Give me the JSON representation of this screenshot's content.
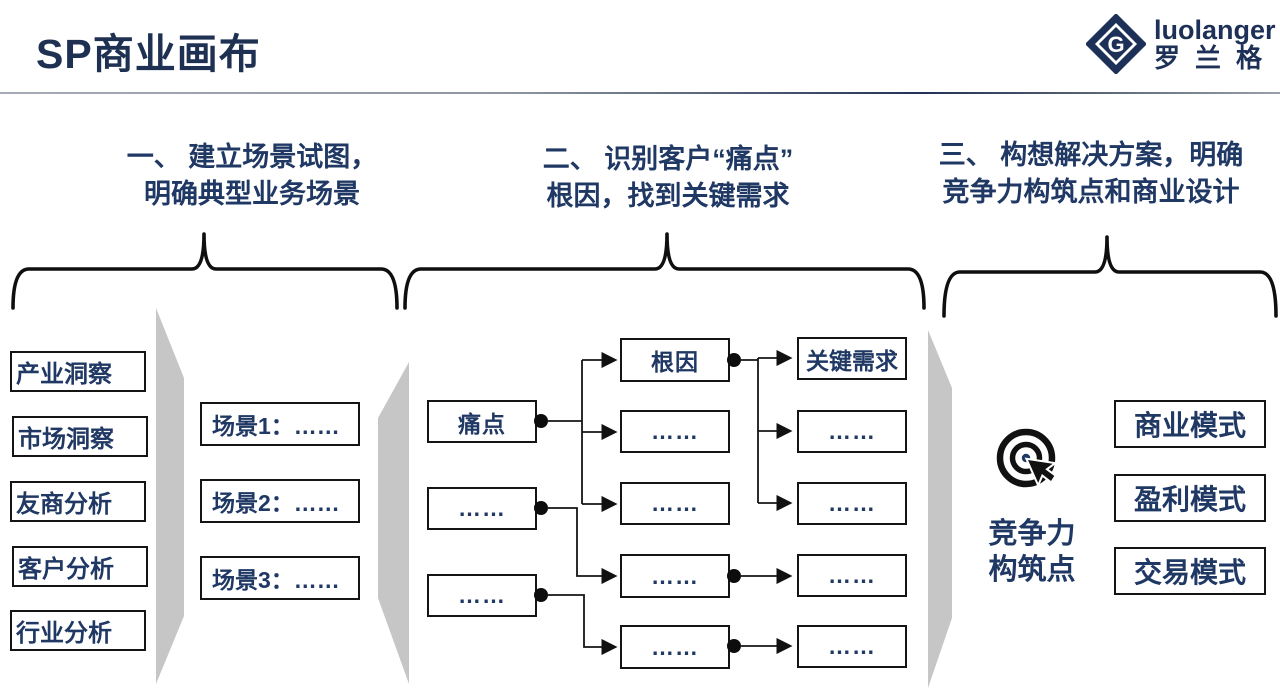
{
  "title": "SP商业画布",
  "logo": {
    "brand": "luolanger",
    "brand_cn": "罗兰格",
    "icon": "diamond-g-logo"
  },
  "sections": [
    {
      "line1": "一、 建立场景试图，",
      "line2": "明确典型业务场景"
    },
    {
      "line1": "二、 识别客户“痛点”",
      "line2": "根因，找到关键需求"
    },
    {
      "line1": "三、 构想解决方案，明确",
      "line2": "竞争力构筑点和商业设计"
    }
  ],
  "analysis_boxes": [
    "产业洞察",
    "市场洞察",
    "友商分析",
    "客户分析",
    "行业分析"
  ],
  "scenario_boxes": [
    "场景1：……",
    "场景2：……",
    "场景3：……"
  ],
  "pain_boxes": [
    "痛点",
    "……",
    "……"
  ],
  "root_boxes": [
    "根因",
    "……",
    "……",
    "……",
    "……"
  ],
  "need_boxes": [
    "关键需求",
    "……",
    "……",
    "……",
    "……"
  ],
  "competitive": {
    "icon": "target-cursor-icon",
    "label_line1": "竞争力",
    "label_line2": "构筑点"
  },
  "model_boxes": [
    "商业模式",
    "盈利模式",
    "交易模式"
  ],
  "colors": {
    "navy_text": "#203864",
    "line_black": "#111111",
    "panel_gray": "#c6c6c6",
    "logo_navy": "#1d3057"
  }
}
